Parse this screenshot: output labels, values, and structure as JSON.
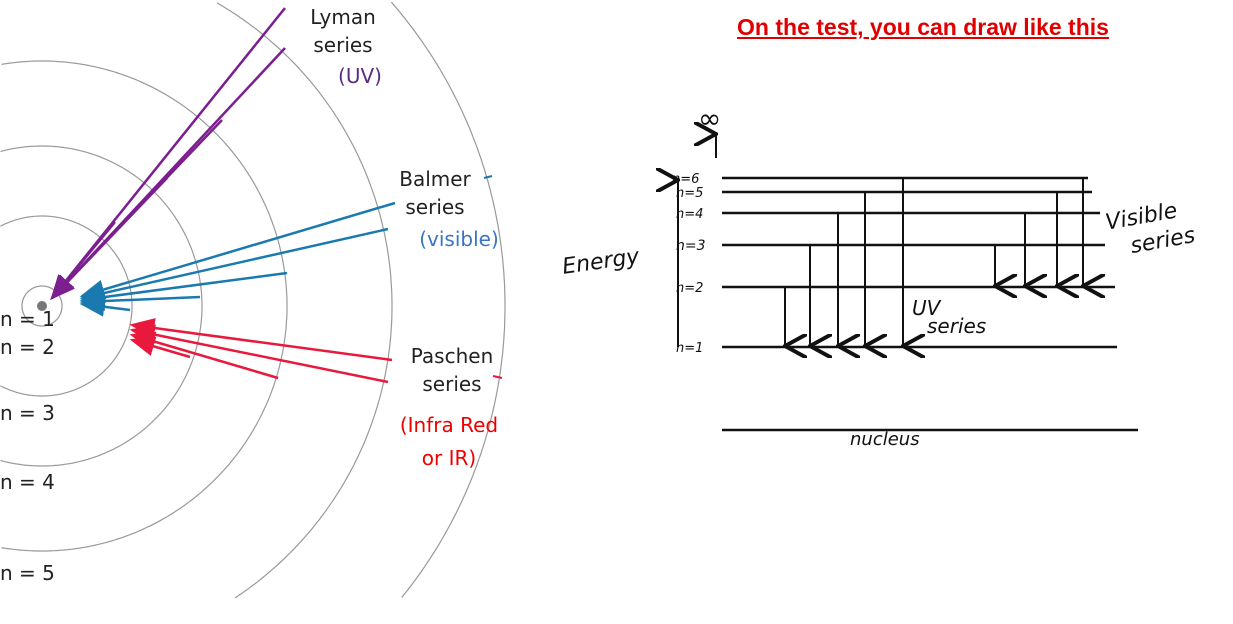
{
  "title": "On the test, you can draw like this",
  "bohr_model": {
    "levels": [
      "n = 1",
      "n = 2",
      "n = 3",
      "n = 4",
      "n = 5"
    ],
    "lyman": {
      "name": "Lyman",
      "word": "series",
      "region": "(UV)",
      "color": "#7b1e8f"
    },
    "balmer": {
      "name": "Balmer",
      "word": "series",
      "region": "(visible)",
      "color": "#1a7ab0"
    },
    "paschen": {
      "name": "Paschen",
      "word": "series",
      "region_line1": "(Infra Red",
      "region_line2": "or IR)",
      "color": "#e8193c"
    }
  },
  "energy_diagram": {
    "axis_label": "Energy",
    "top_label": "∞",
    "levels": [
      "n=6",
      "n=5",
      "n=4",
      "n=3",
      "n=2",
      "n=1"
    ],
    "uv_label_1": "UV",
    "uv_label_2": "series",
    "visible_label_1": "Visible",
    "visible_label_2": "series",
    "nucleus_label": "nucleus"
  }
}
